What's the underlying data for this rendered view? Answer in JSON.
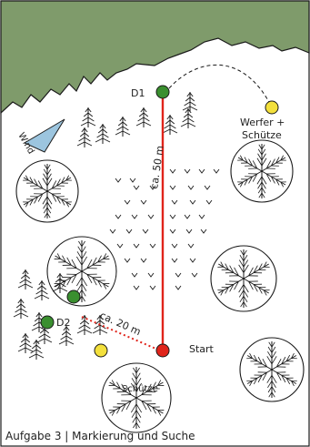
{
  "labels": {
    "d1": "D1",
    "d2": "D2",
    "thrower": "Werfer +",
    "shooter": "Schütze",
    "wind": "Wind",
    "distance_long": "ca. 50 m",
    "distance_short": "ca. 20 m",
    "start": "Start",
    "shooter_bottom": "Schütze",
    "caption": "Aufgabe 3 | Markierung und Suche"
  },
  "colors": {
    "mountain": "#7f9b6b",
    "red_line": "#e0241b",
    "green_marker": "#3a8f2f",
    "yellow_marker": "#f3e03c",
    "wind_flag": "#9cc5df",
    "ink": "#1a1a1a"
  },
  "icons": {
    "tree_cluster": "snowflake-tree-icon",
    "small_tree": "fir-tree-icon",
    "grass": "grass-tuft-icon"
  }
}
